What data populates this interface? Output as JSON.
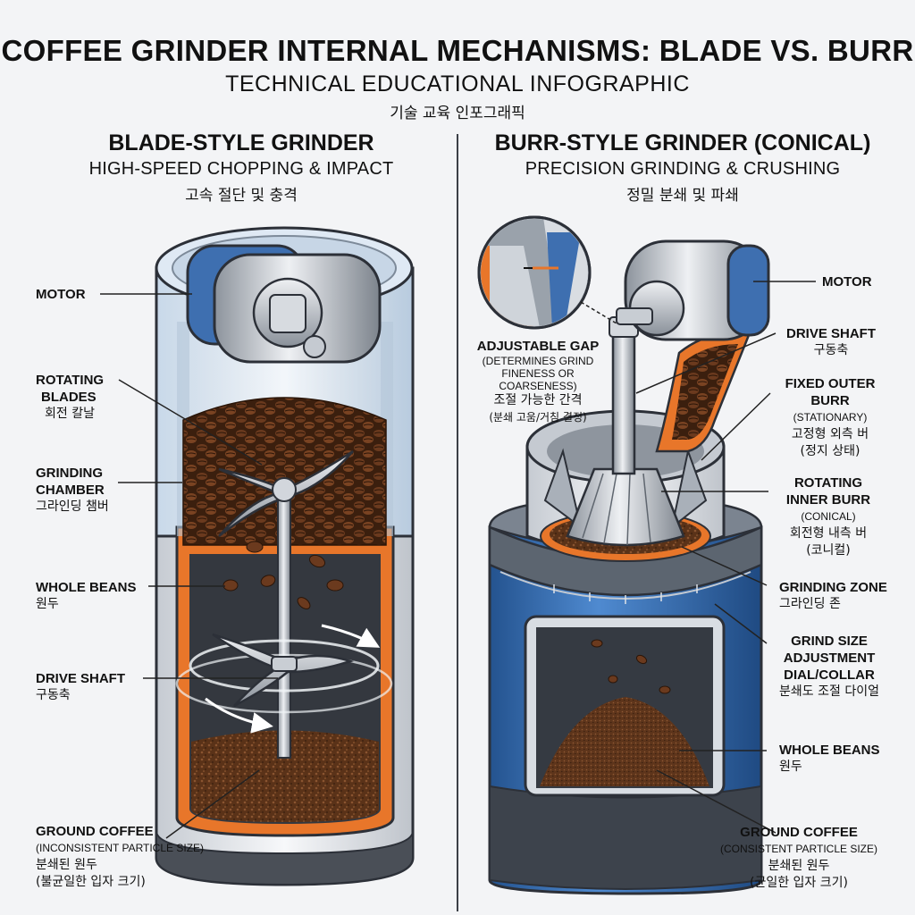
{
  "header": {
    "title": "COFFEE GRINDER INTERNAL MECHANISMS: BLADE VS. BURR",
    "subtitle": "TECHNICAL EDUCATIONAL INFOGRAPHIC",
    "subtitle_ko": "기술 교육 인포그래픽"
  },
  "blade": {
    "title": "BLADE-STYLE GRINDER",
    "subtitle": "HIGH-SPEED CHOPPING & IMPACT",
    "subtitle_ko": "고속 절단 및 충격",
    "labels": {
      "motor": "MOTOR",
      "rotating_blades_1": "ROTATING",
      "rotating_blades_2": "BLADES",
      "rotating_blades_ko": "회전 칼날",
      "grinding_chamber_1": "GRINDING",
      "grinding_chamber_2": "CHAMBER",
      "grinding_chamber_ko": "그라인딩 챔버",
      "whole_beans": "WHOLE BEANS",
      "whole_beans_ko": "원두",
      "drive_shaft": "DRIVE SHAFT",
      "drive_shaft_ko": "구동축",
      "ground_coffee": "GROUND COFFEE",
      "ground_coffee_note": "(INCONSISTENT PARTICLE SIZE)",
      "ground_coffee_ko": "분쇄된 원두",
      "ground_coffee_note_ko": "(불균일한 입자 크기)"
    }
  },
  "burr": {
    "title": "BURR-STYLE GRINDER (CONICAL)",
    "subtitle": "PRECISION GRINDING & CRUSHING",
    "subtitle_ko": "정밀 분쇄 및 파쇄",
    "labels": {
      "adjustable_gap": "ADJUSTABLE GAP",
      "adjustable_gap_note_1": "(DETERMINES GRIND",
      "adjustable_gap_note_2": "FINENESS OR COARSENESS)",
      "adjustable_gap_ko": "조절 가능한 간격",
      "adjustable_gap_note_ko": "(분쇄 고움/거침 결정)",
      "motor": "MOTOR",
      "drive_shaft": "DRIVE SHAFT",
      "drive_shaft_ko": "구동축",
      "fixed_outer_burr_1": "FIXED OUTER",
      "fixed_outer_burr_2": "BURR",
      "fixed_outer_burr_note": "(STATIONARY)",
      "fixed_outer_burr_ko": "고정형 외측 버",
      "fixed_outer_burr_note_ko": "(정지 상태)",
      "rotating_inner_burr_1": "ROTATING",
      "rotating_inner_burr_2": "INNER BURR",
      "rotating_inner_burr_note": "(CONICAL)",
      "rotating_inner_burr_ko": "회전형 내측 버",
      "rotating_inner_burr_note_ko": "(코니컬)",
      "grinding_zone": "GRINDING ZONE",
      "grinding_zone_ko": "그라인딩 존",
      "dial_1": "GRIND SIZE",
      "dial_2": "ADJUSTMENT",
      "dial_3": "DIAL/COLLAR",
      "dial_ko": "분쇄도 조절 다이얼",
      "whole_beans": "WHOLE BEANS",
      "whole_beans_ko": "원두",
      "ground_coffee": "GROUND COFFEE",
      "ground_coffee_note": "(CONSISTENT PARTICLE SIZE)",
      "ground_coffee_ko": "분쇄된 원두",
      "ground_coffee_note_ko": "(균일한 입자 크기)"
    }
  },
  "colors": {
    "bean": "#6b3a1e",
    "ground": "#5a3218",
    "accent_orange": "#e8762a",
    "body_blue": "#3a6fb5",
    "steel": "#b9bec6"
  }
}
